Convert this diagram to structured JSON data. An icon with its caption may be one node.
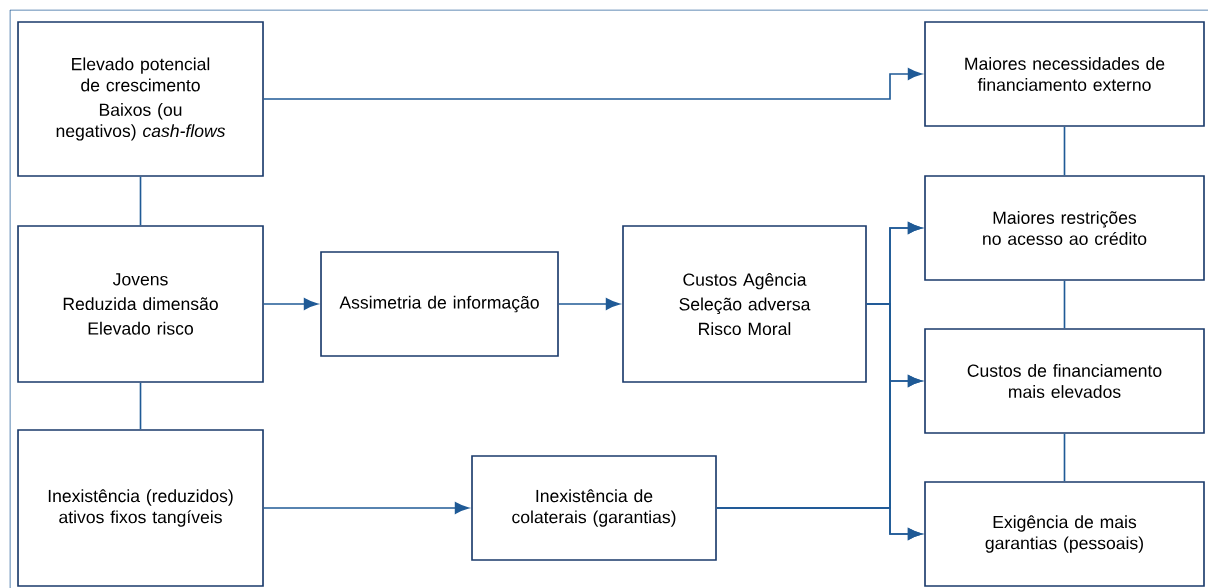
{
  "diagram": {
    "nodes": [
      {
        "text": [
          "Elevado potencial de crescimento",
          "Baixos (ou negativos) *cash-flows*"
        ]
      },
      {
        "text": [
          "Jovens",
          "Reduzida dimensão",
          "Elevado risco"
        ]
      },
      {
        "text": [
          "Inexistência (reduzidos) ativos fixos tangíveis"
        ]
      },
      {
        "text": [
          "Assimetria de informação"
        ]
      },
      {
        "text": [
          "Custos Agência",
          "Seleção adversa",
          "Risco Moral"
        ]
      },
      {
        "text": [
          "Inexistência de colaterais (garantias)"
        ]
      },
      {
        "text": [
          "Maiores necessidades de financiamento externo"
        ]
      },
      {
        "text": [
          "Maiores restrições no acesso ao crédito"
        ]
      },
      {
        "text": [
          "Custos de financiamento mais elevados"
        ]
      },
      {
        "text": [
          "Exigência de mais garantias (pessoais)"
        ]
      }
    ],
    "edges": [
      {
        "from": 0,
        "to": 1,
        "arrow": "none"
      },
      {
        "from": 1,
        "to": 2,
        "arrow": "none"
      },
      {
        "from": 0,
        "to": 6,
        "arrow": "to"
      },
      {
        "from": 1,
        "to": 3,
        "arrow": "to"
      },
      {
        "from": 3,
        "to": 4,
        "arrow": "to"
      },
      {
        "from": 2,
        "to": 5,
        "arrow": "to"
      },
      {
        "from": 4,
        "to": 7,
        "arrow": "to"
      },
      {
        "from": 4,
        "to": 8,
        "arrow": "to"
      },
      {
        "from": 4,
        "to": 9,
        "arrow": "to"
      },
      {
        "from": 5,
        "to": 7,
        "arrow": "to"
      },
      {
        "from": 5,
        "to": 8,
        "arrow": "to"
      },
      {
        "from": 5,
        "to": 9,
        "arrow": "to"
      },
      {
        "from": 6,
        "to": 7,
        "arrow": "none"
      },
      {
        "from": 7,
        "to": 8,
        "arrow": "none"
      },
      {
        "from": 8,
        "to": 9,
        "arrow": "none"
      }
    ]
  }
}
